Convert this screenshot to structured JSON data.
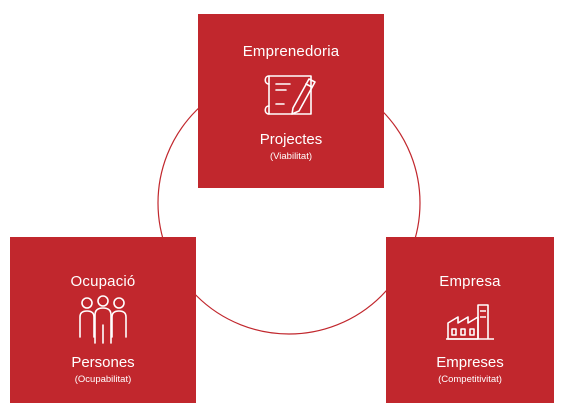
{
  "colors": {
    "box": "#c1272d",
    "ring": "#c1272d",
    "text": "#ffffff"
  },
  "boxes": {
    "top": {
      "title": "Emprenedoria",
      "icon": "blueprint-pencil-icon",
      "subtitle": "Projectes",
      "note": "(Viabilitat)"
    },
    "left": {
      "title": "Ocupació",
      "icon": "people-group-icon",
      "subtitle": "Persones",
      "note": "(Ocupabilitat)"
    },
    "right": {
      "title": "Empresa",
      "icon": "factory-icon",
      "subtitle": "Empreses",
      "note": "(Competitivitat)"
    }
  }
}
